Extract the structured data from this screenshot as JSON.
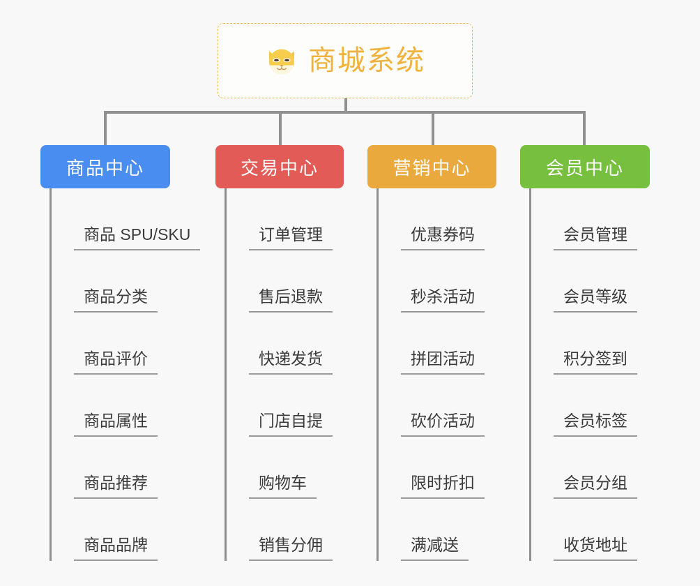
{
  "root": {
    "title": "商城系统",
    "icon": "shiba-dog-face-icon",
    "accent_color": "#f0b23c",
    "border_color": "#e8b84b"
  },
  "canvas": {
    "background_color": "#f8f8f8",
    "connector_color": "#909090"
  },
  "columns": [
    {
      "label": "商品中心",
      "color": "#4a8df0",
      "items": [
        "商品 SPU/SKU",
        "商品分类",
        "商品评价",
        "商品属性",
        "商品推荐",
        "商品品牌"
      ]
    },
    {
      "label": "交易中心",
      "color": "#e35b56",
      "items": [
        "订单管理",
        "售后退款",
        "快递发货",
        "门店自提",
        "购物车",
        "销售分佣"
      ]
    },
    {
      "label": "营销中心",
      "color": "#eaa93c",
      "items": [
        "优惠券码",
        "秒杀活动",
        "拼团活动",
        "砍价活动",
        "限时折扣",
        "满减送"
      ]
    },
    {
      "label": "会员中心",
      "color": "#76bf3f",
      "items": [
        "会员管理",
        "会员等级",
        "积分签到",
        "会员标签",
        "会员分组",
        "收货地址"
      ]
    }
  ]
}
